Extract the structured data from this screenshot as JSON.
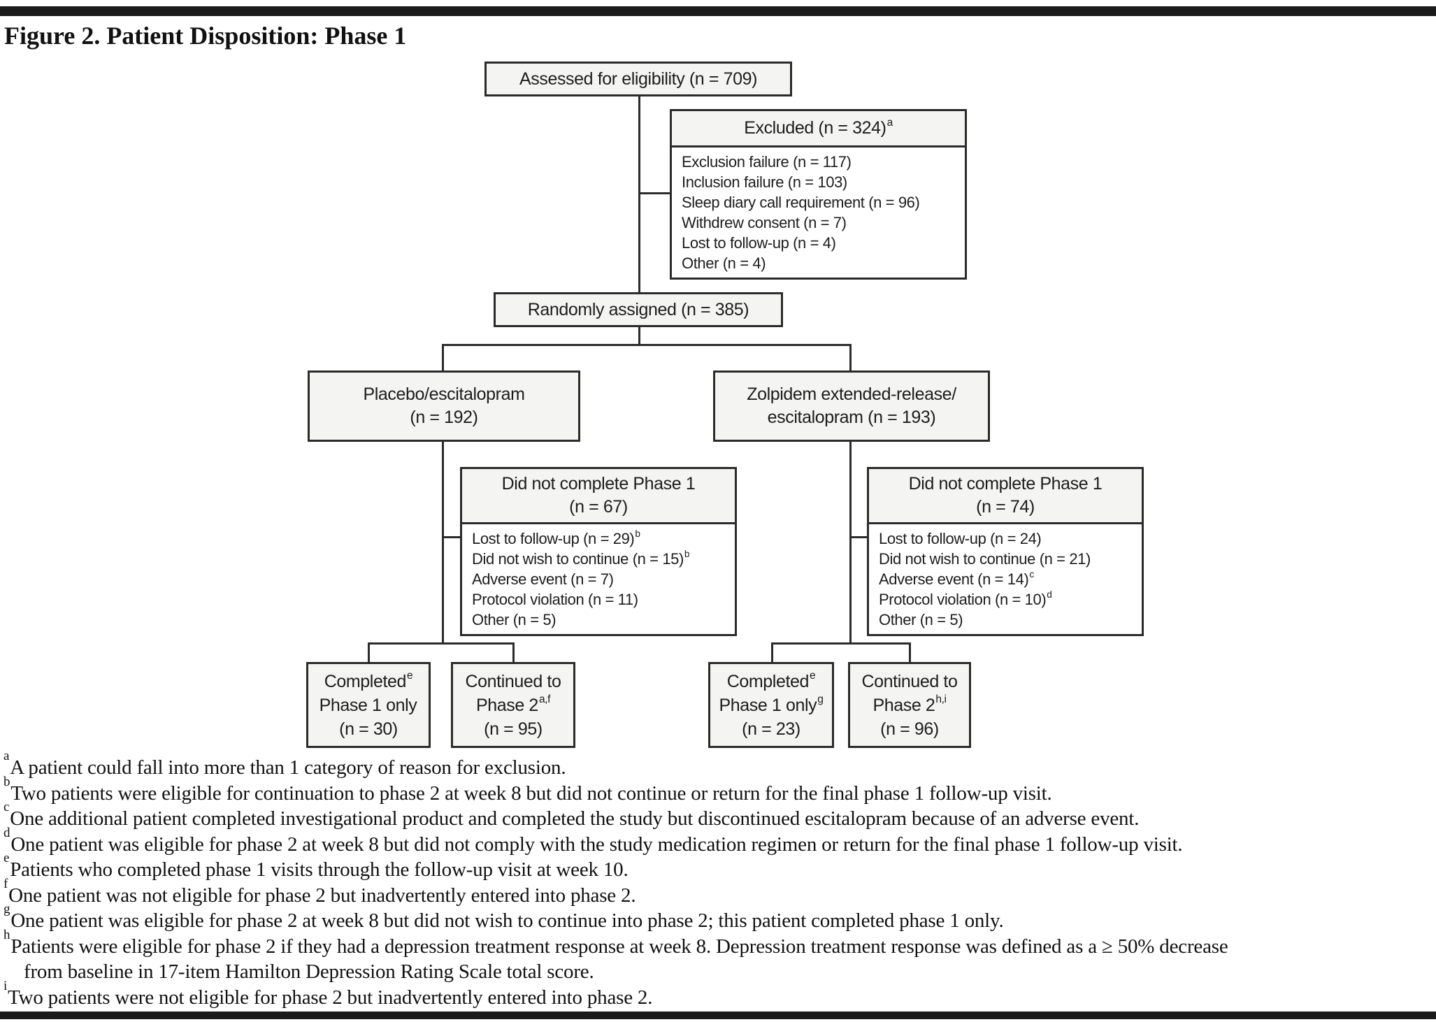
{
  "title": "Figure 2. Patient Disposition: Phase 1",
  "colors": {
    "box_fill": "#f4f4f2",
    "box_border": "#2b2b2b",
    "connector_line": "#2b2b2b",
    "page_rule": "#1b1b1b",
    "list_body_fill": "#ffffff"
  },
  "boxes": {
    "assessed": {
      "label": "Assessed for eligibility (n = 709)"
    },
    "excluded": {
      "title": "Excluded (n = 324)",
      "title_sup": "a",
      "items": [
        {
          "text": "Exclusion failure (n = 117)",
          "sup": ""
        },
        {
          "text": "Inclusion failure (n = 103)",
          "sup": ""
        },
        {
          "text": "Sleep diary call requirement (n = 96)",
          "sup": ""
        },
        {
          "text": "Withdrew consent (n = 7)",
          "sup": ""
        },
        {
          "text": "Lost to follow-up (n = 4)",
          "sup": ""
        },
        {
          "text": "Other (n = 4)",
          "sup": ""
        }
      ]
    },
    "randomized": {
      "label": "Randomly assigned (n = 385)"
    },
    "placebo_arm": {
      "line1": "Placebo/escitalopram",
      "line2": "(n = 192)"
    },
    "zolpidem_arm": {
      "line1": "Zolpidem extended-release/",
      "line2": "escitalopram (n = 193)"
    },
    "dnc_left": {
      "title1": "Did not complete Phase 1",
      "title2": "(n = 67)",
      "items": [
        {
          "text": "Lost to follow-up (n = 29)",
          "sup": "b"
        },
        {
          "text": "Did not wish to continue (n = 15)",
          "sup": "b"
        },
        {
          "text": "Adverse event (n = 7)",
          "sup": ""
        },
        {
          "text": "Protocol violation (n = 11)",
          "sup": ""
        },
        {
          "text": "Other (n = 5)",
          "sup": ""
        }
      ]
    },
    "dnc_right": {
      "title1": "Did not complete Phase 1",
      "title2": "(n = 74)",
      "items": [
        {
          "text": "Lost to follow-up (n = 24)",
          "sup": ""
        },
        {
          "text": "Did not wish to continue (n = 21)",
          "sup": ""
        },
        {
          "text": "Adverse event (n = 14)",
          "sup": "c"
        },
        {
          "text": "Protocol violation (n = 10)",
          "sup": "d"
        },
        {
          "text": "Other (n = 5)",
          "sup": ""
        }
      ]
    },
    "completed_left": {
      "line1": "Completed",
      "line1_sup": "e",
      "line2": "Phase 1 only",
      "line2_sup": "",
      "line3": "(n = 30)"
    },
    "continued_left": {
      "line1": "Continued to",
      "line2": "Phase 2",
      "line2_sup": "a,f",
      "line3": "(n = 95)"
    },
    "completed_right": {
      "line1": "Completed",
      "line1_sup": "e",
      "line2": "Phase 1 only",
      "line2_sup": "g",
      "line3": "(n = 23)"
    },
    "continued_right": {
      "line1": "Continued to",
      "line2": "Phase 2",
      "line2_sup": "h,i",
      "line3": "(n = 96)"
    }
  },
  "footnotes": [
    {
      "marker": "a",
      "text": "A patient could fall into more than 1 category of reason for exclusion."
    },
    {
      "marker": "b",
      "text": "Two patients were eligible for continuation to phase 2 at week 8 but did not continue or return for the final phase 1 follow-up visit."
    },
    {
      "marker": "c",
      "text": "One additional patient completed investigational product and completed the study but discontinued escitalopram because of an adverse event."
    },
    {
      "marker": "d",
      "text": "One patient was eligible for phase 2 at week 8 but did not comply with the study medication regimen or return for the final phase 1 follow-up visit."
    },
    {
      "marker": "e",
      "text": "Patients who completed phase 1 visits through the follow-up visit at week 10."
    },
    {
      "marker": "f",
      "text": "One patient was not eligible for phase 2 but inadvertently entered into phase 2."
    },
    {
      "marker": "g",
      "text": "One patient was eligible for phase 2 at week 8 but did not wish to continue into phase 2; this patient completed phase 1 only."
    },
    {
      "marker": "h",
      "text": "Patients were eligible for phase 2 if they had a depression treatment response at week 8. Depression treatment response was defined as a ≥ 50% decrease",
      "text2": "from baseline in 17-item Hamilton Depression Rating Scale total score."
    },
    {
      "marker": "i",
      "text": "Two patients were not eligible for phase 2 but inadvertently entered into phase 2."
    }
  ]
}
